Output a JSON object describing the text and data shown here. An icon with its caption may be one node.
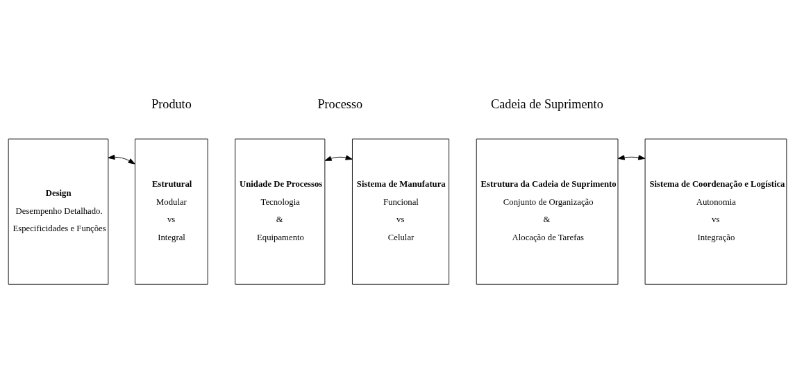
{
  "diagram": {
    "nodes": [
      {
        "text": [
          "Design",
          "Desempenho Detalhado.",
          "Especificidades e Funções"
        ]
      },
      {
        "text": [
          "Estrutural",
          "Modular",
          "vs",
          "Integral"
        ]
      },
      {
        "text": [
          "Unidade De Processos",
          "Tecnologia",
          "&",
          "Equipamento"
        ]
      },
      {
        "text": [
          "Sistema de Manufatura",
          "Funcional",
          "vs",
          "Celular"
        ]
      },
      {
        "text": [
          "Estrutura da Cadeia de Suprimento",
          "Conjunto de Organização",
          "&",
          "Alocação de Tarefas"
        ]
      },
      {
        "text": [
          "Sistema de Coordenação e Logística",
          "Autonomia",
          "vs",
          "Integração"
        ]
      }
    ],
    "edges": [
      {
        "from": 0,
        "to": 1,
        "arrow": "both"
      },
      {
        "from": 2,
        "to": 3,
        "arrow": "both"
      },
      {
        "from": 4,
        "to": 5,
        "arrow": "both"
      }
    ],
    "labels": [
      "Produto",
      "Processo",
      "Cadeia de Suprimento"
    ]
  }
}
